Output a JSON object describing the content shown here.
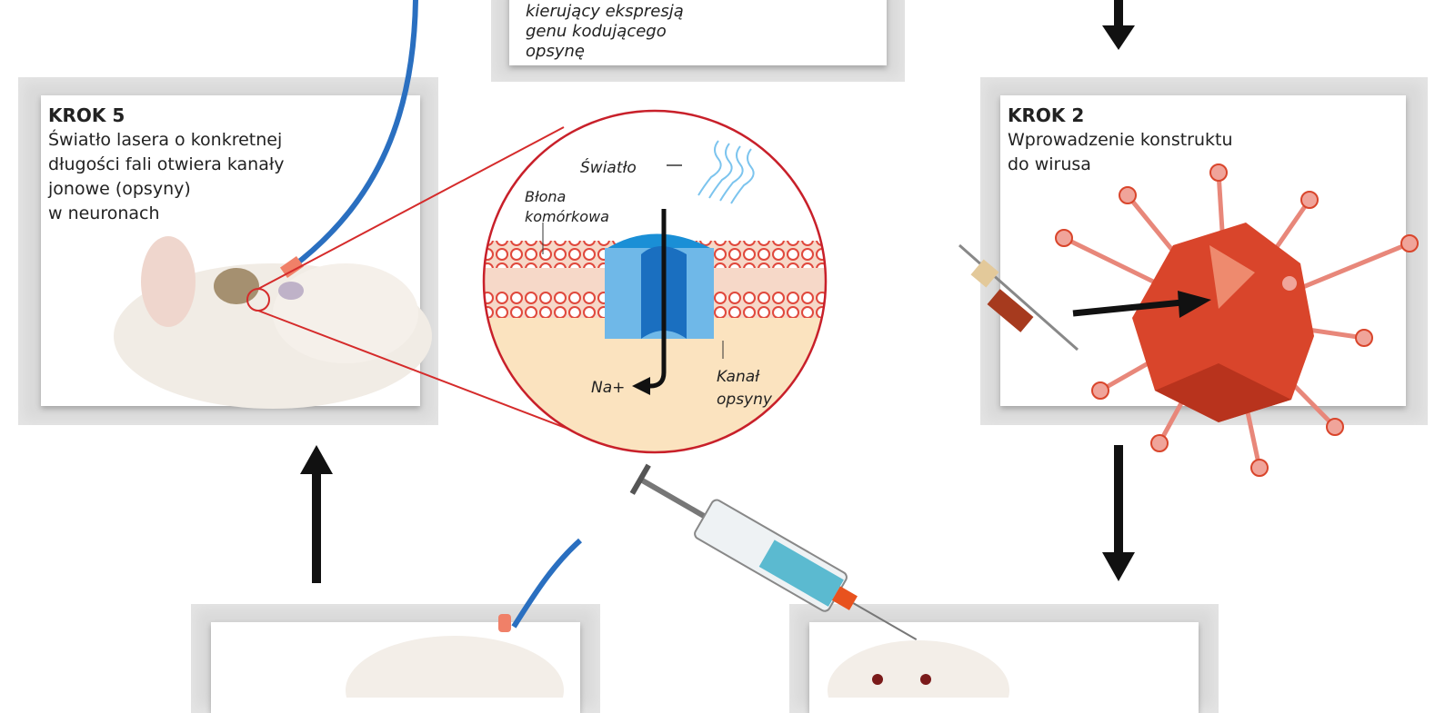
{
  "step1_box": {
    "lines": [
      "kierujący ekspresją",
      "genu kodującego",
      "opsynę"
    ]
  },
  "step5": {
    "title": "KROK 5",
    "lines": [
      "Światło lasera o konkretnej",
      "długości fali otwiera kanały",
      "jonowe (opsyny)",
      "w neuronach"
    ]
  },
  "step2": {
    "title": "KROK 2",
    "lines": [
      "Wprowadzenie konstruktu",
      "do wirusa"
    ]
  },
  "inset": {
    "light": "Światło",
    "membrane_1": "Błona",
    "membrane_2": "komórkowa",
    "ion": "Na+",
    "channel_1": "Kanał",
    "channel_2": "opsyny"
  },
  "colors": {
    "red": "#d52b2b",
    "blue": "#1a6fc0",
    "light_blue": "#66b4e6",
    "cytoplasm": "#fbe3bf",
    "virus": "#d9452b"
  }
}
